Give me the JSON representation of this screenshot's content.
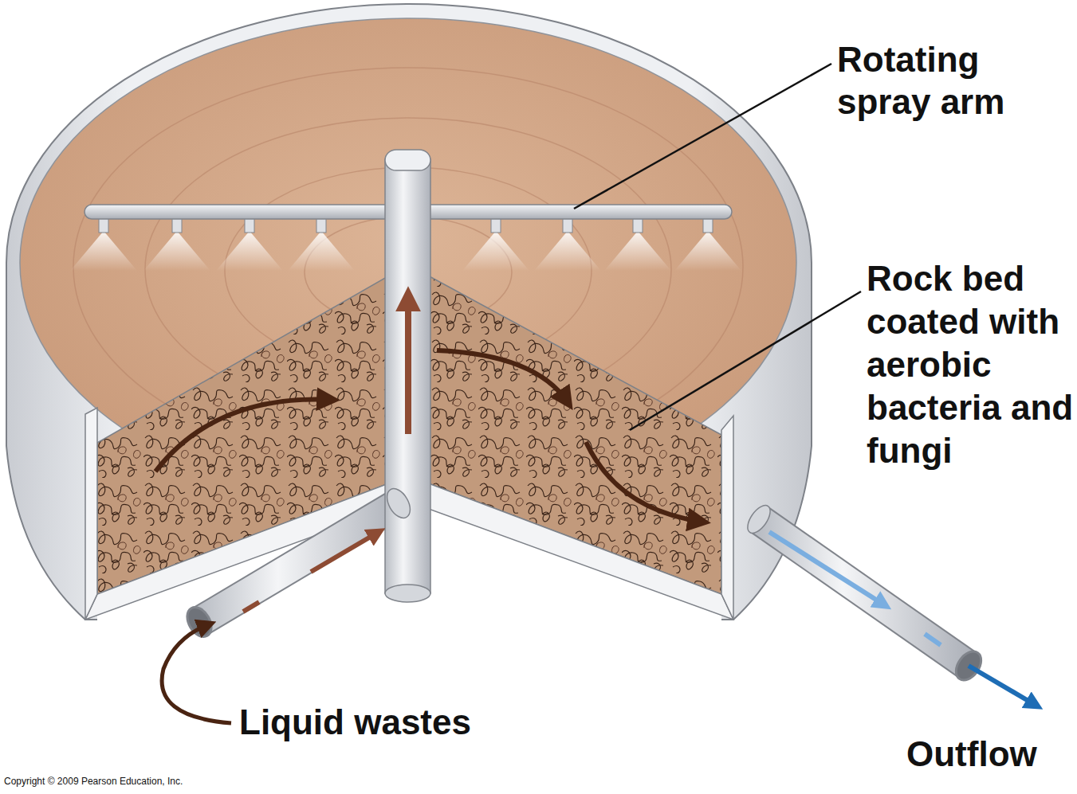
{
  "diagram": {
    "labels": [
      "Rotating spray arm",
      "Rock bed coated with aerobic bacteria and fungi",
      "Liquid wastes",
      "Outflow",
      "Copyright © 2009 Pearson Education, Inc."
    ]
  }
}
